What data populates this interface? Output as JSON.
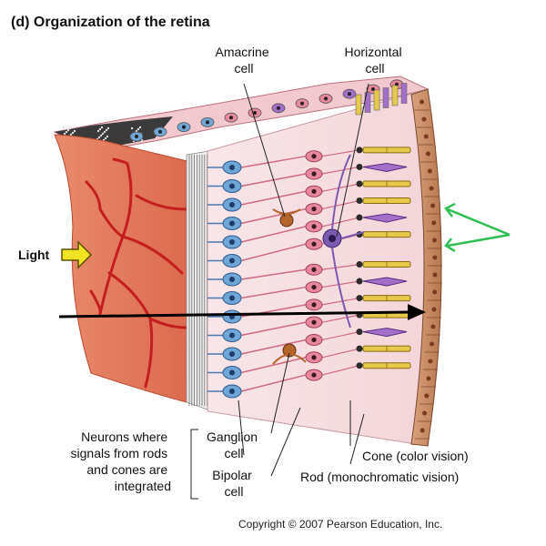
{
  "title": "(d) Organization of the retina",
  "labels": {
    "amacrine": [
      "Amacrine",
      "cell"
    ],
    "horizontal": [
      "Horizontal",
      "cell"
    ],
    "light": "Light",
    "neurons": [
      "Neurons where",
      "signals from rods",
      "and cones are",
      "integrated"
    ],
    "ganglion": [
      "Ganglion",
      "cell"
    ],
    "bipolar": [
      "Bipolar",
      "cell"
    ],
    "cone": "Cone (color vision)",
    "rod": "Rod (monochromatic vision)"
  },
  "copyright": "Copyright © 2007 Pearson Education, Inc.",
  "colors": {
    "choroid": "#e2735a",
    "vessel": "#c41e1e",
    "background_tissue": "#f6dede",
    "ganglion_cell": "#6fa6d6",
    "bipolar_cell": "#e8889c",
    "amacrine_cell": "#b5652a",
    "horizontal_cell": "#7a5bb0",
    "rod": "#e6c94a",
    "cone": "#a36fc8",
    "pigment_epithelium": "#c48a66",
    "light_arrow": "#f2e422",
    "black_arrow": "#000000",
    "green_arrows": "#2fbf55"
  }
}
